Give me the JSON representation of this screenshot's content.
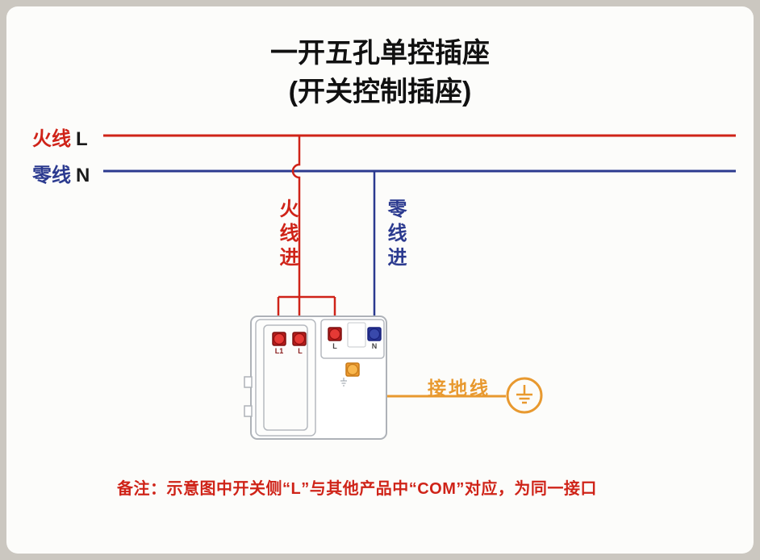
{
  "title": {
    "line1": "一开五孔单控插座",
    "line2": "(开关控制插座)"
  },
  "wires": {
    "live": {
      "label": "火线",
      "letter": "L",
      "color": "#cf2318"
    },
    "neutral": {
      "label": "零线",
      "letter": "N",
      "color": "#2b3a8f"
    },
    "live_in": "火线进",
    "neutral_in": "零线进",
    "ground": {
      "label": "接地线",
      "color": "#e8992f"
    }
  },
  "device": {
    "switch_terminals": [
      "L1",
      "L"
    ],
    "socket_terminals": [
      "L",
      "N"
    ]
  },
  "note": "备注：示意图中开关侧“L”与其他产品中“COM”对应，为同一接口",
  "colors": {
    "frame": "#cbc7c0",
    "background": "#fcfcfa",
    "title": "#111111",
    "live": "#cf2318",
    "neutral": "#2b3a8f",
    "ground": "#e8992f",
    "note": "#cf2318",
    "device_outline": "#aeb2b8"
  }
}
